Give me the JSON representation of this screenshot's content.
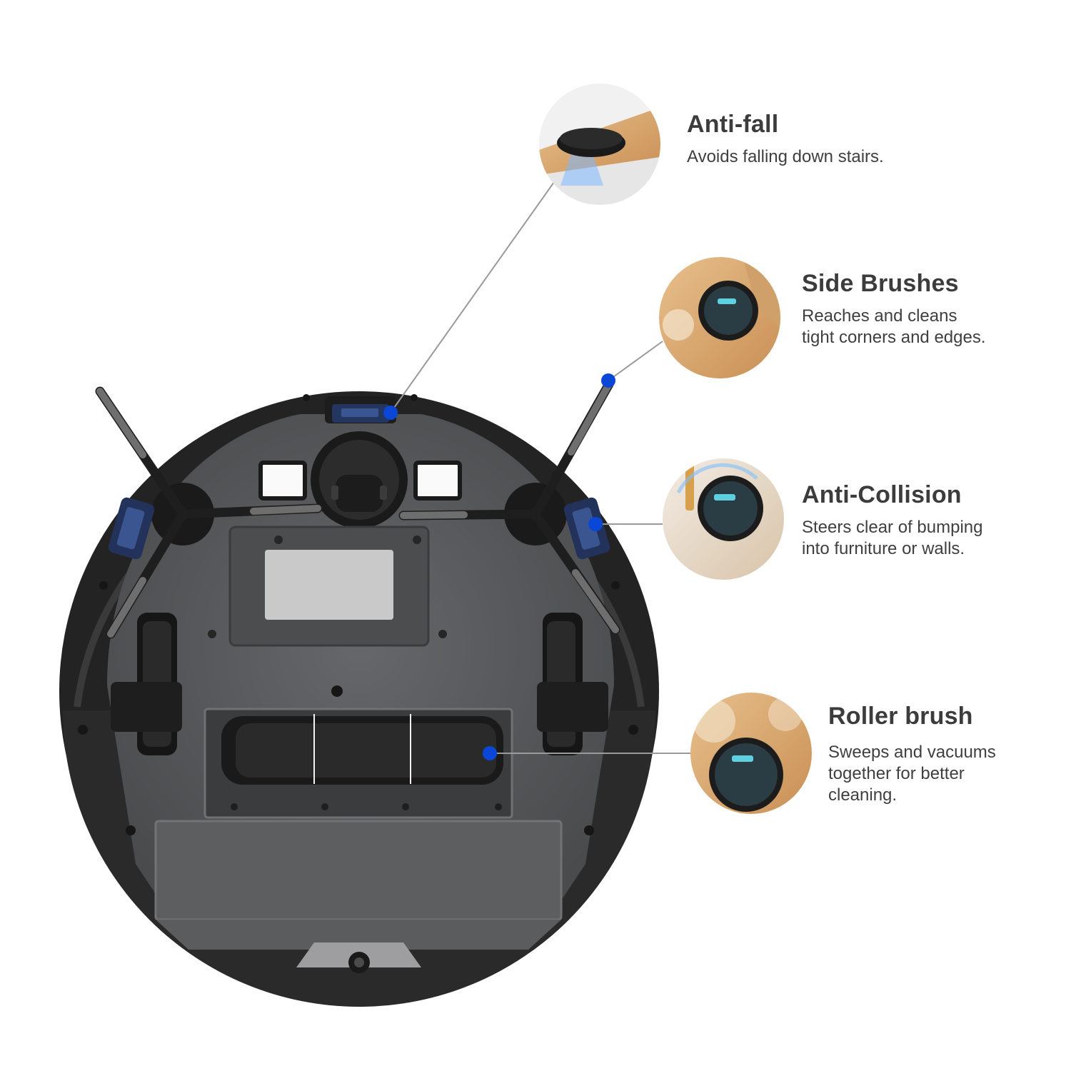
{
  "colors": {
    "background": "#ffffff",
    "robot_body": "#262626",
    "robot_plate": "#5a5b5d",
    "accent_dot": "#0a47d6",
    "leader_line": "#9a9a9a",
    "title_text": "#3c3c3c",
    "desc_text": "#3f3f3f",
    "wood": "#d9a56a"
  },
  "features": [
    {
      "id": "anti-fall",
      "title": "Anti-fall",
      "desc_lines": [
        "Avoids falling down stairs."
      ],
      "icon": "cliff-sensor-thumbnail"
    },
    {
      "id": "side-brushes",
      "title": "Side Brushes",
      "desc_lines": [
        "Reaches and cleans",
        "tight corners and edges."
      ],
      "icon": "side-brush-thumbnail"
    },
    {
      "id": "anti-collision",
      "title": "Anti-Collision",
      "desc_lines": [
        "Steers clear of bumping",
        "into furniture or walls."
      ],
      "icon": "bumper-sensor-thumbnail"
    },
    {
      "id": "roller-brush",
      "title": "Roller brush",
      "desc_lines": [
        "Sweeps and vacuums",
        "together for better",
        "cleaning."
      ],
      "icon": "roller-brush-thumbnail"
    }
  ],
  "robot": {
    "icon": "robot-vacuum-underside",
    "caster_icon": "caster-wheel-icon",
    "wheel_icon": "drive-wheel-icon",
    "dustbin_icon": "dustbin-icon"
  }
}
